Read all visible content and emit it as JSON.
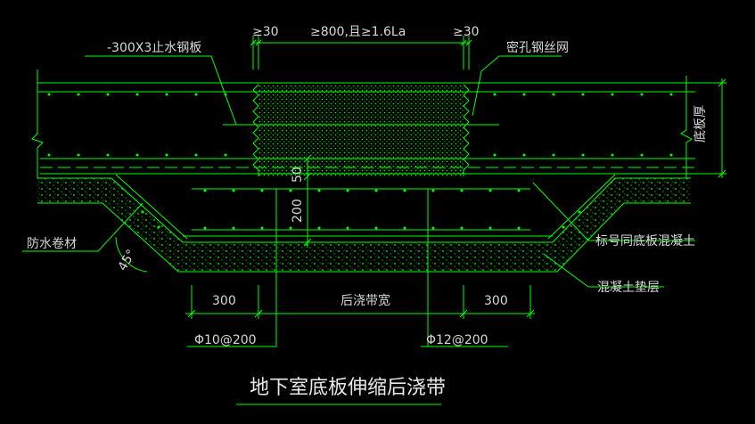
{
  "title": "地下室底板伸缩后浇带",
  "labels": {
    "steel_plate": "-300X3止水钢板",
    "mesh": "密孔钢丝网",
    "thickness": "底板厚",
    "waterproof": "防水卷材",
    "angle": "45°",
    "concrete": "标号同底板混凝土",
    "cushion": "混凝土垫层",
    "band_width": "后浇带宽",
    "rebar_left": "Φ10@200",
    "rebar_right": "Φ12@200"
  },
  "dimensions": {
    "top_left": "≥30",
    "top_mid": "≥800,且≥1.6La",
    "top_right": "≥30",
    "dim_50": "50",
    "dim_200": "200",
    "left_300": "300",
    "right_300": "300"
  },
  "colors": {
    "line": "#00ff00",
    "text": "#d7d7d7",
    "background": "#000000"
  }
}
